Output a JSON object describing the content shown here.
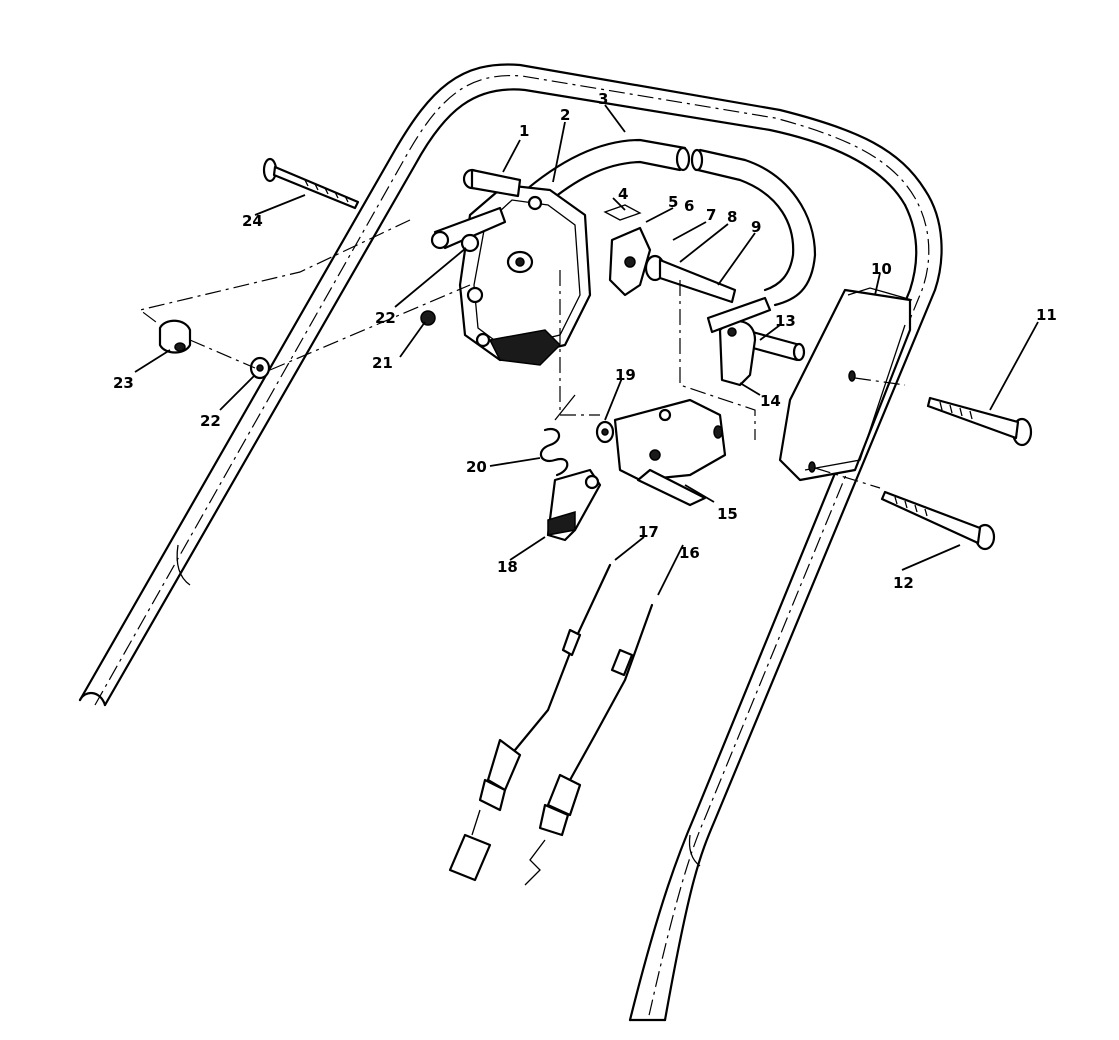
{
  "callouts": {
    "c1": "1",
    "c2": "2",
    "c3": "3",
    "c4": "4",
    "c5": "5",
    "c6": "6",
    "c7": "7",
    "c8": "8",
    "c9": "9",
    "c10": "10",
    "c11": "11",
    "c12": "12",
    "c13": "13",
    "c14": "14",
    "c15": "15",
    "c16": "16",
    "c17": "17",
    "c18": "18",
    "c19": "19",
    "c20": "20",
    "c21": "21",
    "c22a": "22",
    "c22b": "22",
    "c23": "23",
    "c24": "24"
  }
}
